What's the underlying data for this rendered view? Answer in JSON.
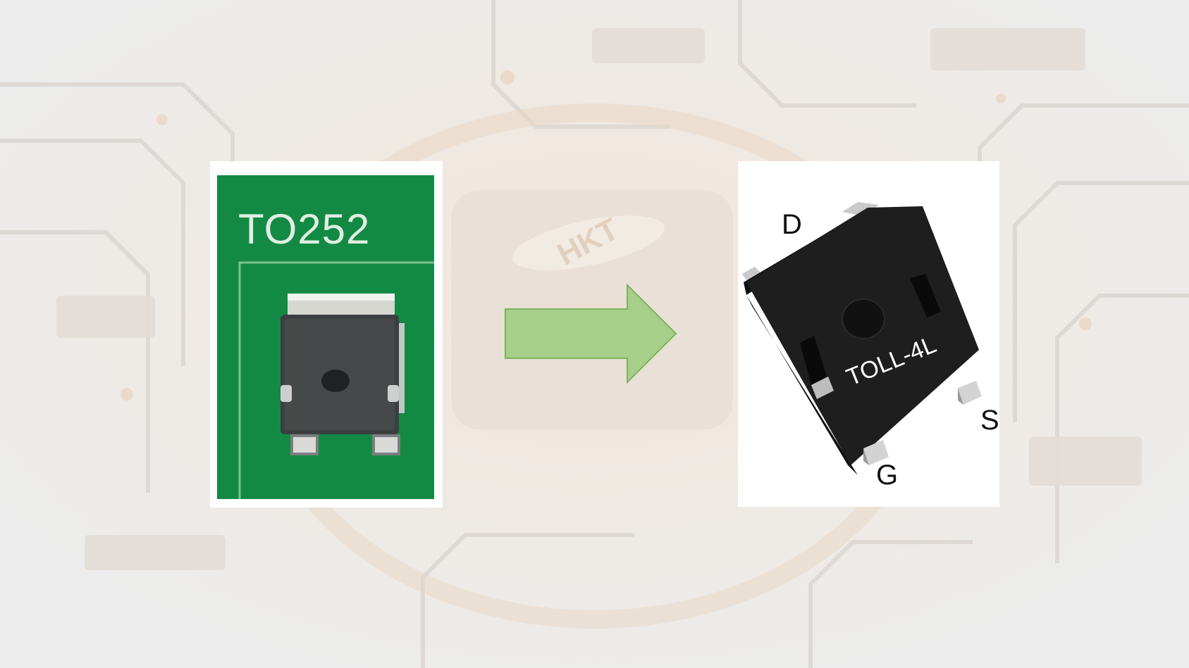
{
  "left_package": {
    "label": "TO252"
  },
  "right_package": {
    "label": "TOLL-4L",
    "pins": {
      "drain": "D",
      "source": "S",
      "gate": "G"
    }
  },
  "watermark": {
    "text": "HKT"
  },
  "colors": {
    "pcb_green": "#138a43",
    "arrow_fill": "#a6d08a",
    "arrow_stroke": "#7fb25c",
    "chip_body": "#1e1e1e"
  },
  "icons": [
    "circuit-board-background",
    "right-arrow-icon",
    "hkt-logo-watermark"
  ]
}
